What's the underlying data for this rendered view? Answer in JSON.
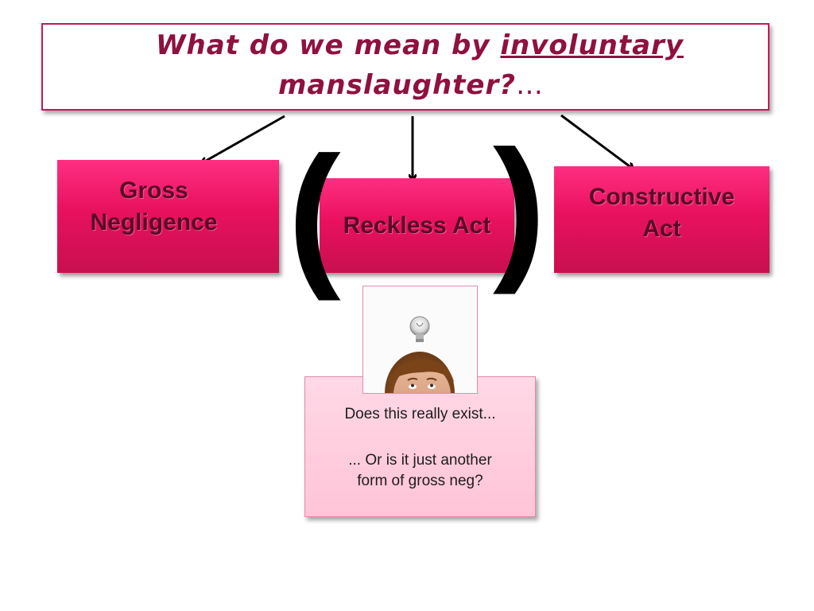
{
  "title": {
    "part1": "What do we mean by ",
    "underlined": "involuntary",
    "line2": "manslaughter?",
    "ellipsis": "…"
  },
  "boxes": {
    "gross": "Gross\nNegligence",
    "reckless": "Reckless Act",
    "constructive": "Constructive\nAct"
  },
  "parens": {
    "left": "(",
    "right": ")"
  },
  "note": {
    "line1": "Does this really exist...",
    "line2": "... Or is it just another",
    "line3": "form of gross neg?"
  },
  "colors": {
    "title_text": "#8e1140",
    "title_border": "#c8175a",
    "box_fill": "#e8115e",
    "box_text": "#5a0a25",
    "note_fill": "#ffc4d8"
  },
  "icons": {
    "photo": "man-with-lightbulb-photo"
  }
}
